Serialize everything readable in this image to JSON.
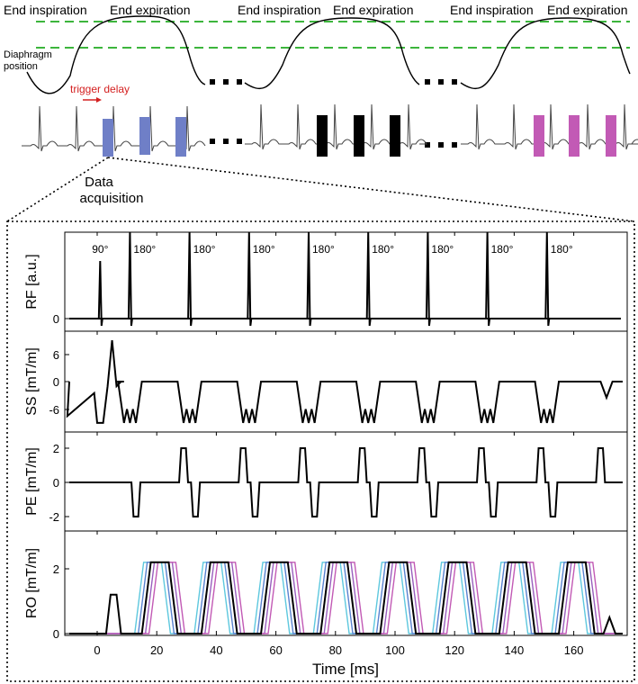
{
  "resp": {
    "end_inspiration": "End inspiration",
    "end_expiration": "End expiration",
    "diaphragm_line1": "Diaphragm",
    "diaphragm_line2": "position",
    "trigger_delay": "trigger delay",
    "data_line1": "Data",
    "data_line2": "acquisition",
    "colors": {
      "guide": "#3cb53c",
      "trigger": "#d42020",
      "blue": "#6f7fc7",
      "black": "#000000",
      "magenta": "#c25ab5"
    }
  },
  "seq": {
    "panels": [
      {
        "ylabel": "RF [a.u.]",
        "ticks": [
          "0"
        ]
      },
      {
        "ylabel": "SS [mT/m]",
        "ticks": [
          "6",
          "0",
          "-6"
        ]
      },
      {
        "ylabel": "PE [mT/m]",
        "ticks": [
          "2",
          "0",
          "-2"
        ]
      },
      {
        "ylabel": "RO [mT/m]",
        "ticks": [
          "2",
          "0"
        ]
      }
    ],
    "pulse_labels": [
      "90°",
      "180°",
      "180°",
      "180°",
      "180°",
      "180°",
      "180°",
      "180°",
      "180°"
    ],
    "x_ticks": [
      "0",
      "20",
      "40",
      "60",
      "80",
      "100",
      "120",
      "140",
      "160"
    ],
    "xlabel": "Time [ms]",
    "ro_colors": [
      "#5ec8de",
      "#5a83d0",
      "#9a5fbe",
      "#c25ab5",
      "#000000"
    ]
  }
}
